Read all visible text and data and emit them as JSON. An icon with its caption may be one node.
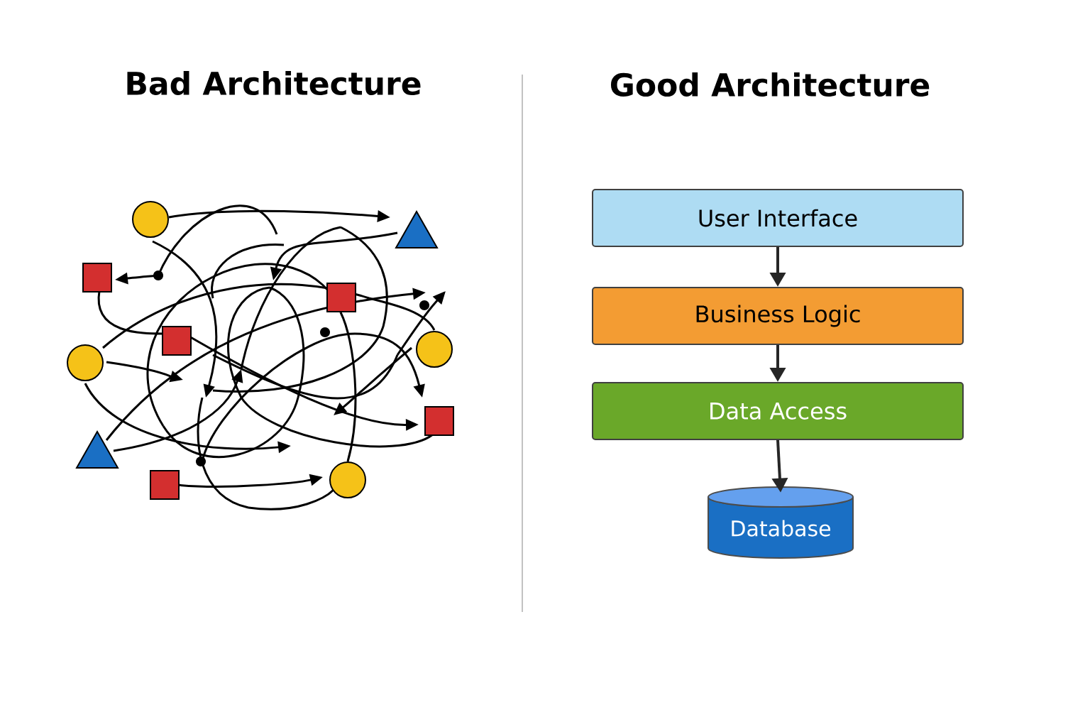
{
  "diagram": {
    "nodes": [
      {
        "text": [
          "User Interface"
        ]
      },
      {
        "text": [
          "Business Logic"
        ]
      },
      {
        "text": [
          "Data Access"
        ]
      },
      {
        "text": [
          "Database"
        ]
      }
    ],
    "edges": [
      {
        "from": 0,
        "to": 1,
        "arrow": "to"
      },
      {
        "from": 1,
        "to": 2,
        "arrow": "to"
      },
      {
        "from": 2,
        "to": 3,
        "arrow": "to"
      }
    ],
    "labels": [
      "Bad Architecture",
      "Good Architecture"
    ]
  }
}
